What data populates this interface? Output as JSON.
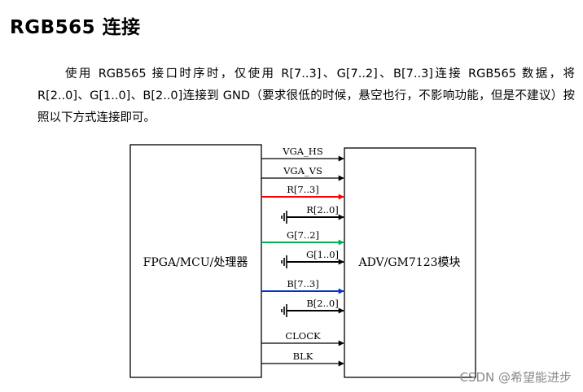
{
  "heading": "RGB565 连接",
  "paragraph": "使用 RGB565 接口时序时，仅使用 R[7..3]、G[7..2]、B[7..3]连接 RGB565 数据，将 R[2..0]、G[1..0]、B[2..0]连接到 GND（要求很低的时候，悬空也行，不影响功能，但是不建议）按照以下方式连接即可。",
  "diagram": {
    "left_block": "FPGA/MCU/处理器",
    "right_block": "ADV/GM7123模块",
    "signals": [
      {
        "label": "VGA_HS",
        "color": "#000000",
        "grounded": false
      },
      {
        "label": "VGA_VS",
        "color": "#000000",
        "grounded": false
      },
      {
        "label": "R[7..3]",
        "color": "#ff0000",
        "grounded": false
      },
      {
        "label": "R[2..0]",
        "color": "#000000",
        "grounded": true
      },
      {
        "label": "G[7..2]",
        "color": "#00b050",
        "grounded": false
      },
      {
        "label": "G[1..0]",
        "color": "#000000",
        "grounded": true
      },
      {
        "label": "B[7..3]",
        "color": "#0033cc",
        "grounded": false
      },
      {
        "label": "B[2..0]",
        "color": "#000000",
        "grounded": true
      },
      {
        "label": "CLOCK",
        "color": "#000000",
        "grounded": false
      },
      {
        "label": "BLK",
        "color": "#000000",
        "grounded": false
      }
    ]
  },
  "watermark": "CSDN @希望能进步"
}
